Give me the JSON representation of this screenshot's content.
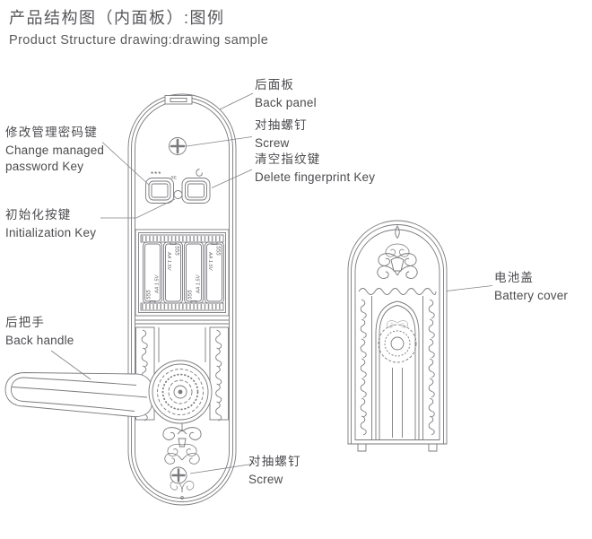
{
  "title": {
    "zh": "产品结构图（内面板）:图例",
    "en": "Product Structure drawing:drawing sample"
  },
  "callouts": {
    "change_password": {
      "zh": "修改管理密码键",
      "en": "Change managed password Key"
    },
    "initialization": {
      "zh": "初始化按键",
      "en": "Initialization Key"
    },
    "back_handle": {
      "zh": "后把手",
      "en": "Back handle"
    },
    "back_panel": {
      "zh": "后面板",
      "en": "Back panel"
    },
    "screw_top": {
      "zh": "对抽螺钉",
      "en": "Screw"
    },
    "delete_fingerprint": {
      "zh": "清空指纹键",
      "en": "Delete fingerprint Key"
    },
    "battery_cover": {
      "zh": "电池盖",
      "en": "Battery cover"
    },
    "screw_bottom": {
      "zh": "对抽螺钉",
      "en": "Screw"
    }
  },
  "diagram": {
    "battery_num": "555",
    "battery_type": "AA 1.5V",
    "password_button_mark": "***",
    "reset_mark": "RE",
    "colors": {
      "line": "#7a7a7e",
      "text": "#4c4c50"
    }
  }
}
